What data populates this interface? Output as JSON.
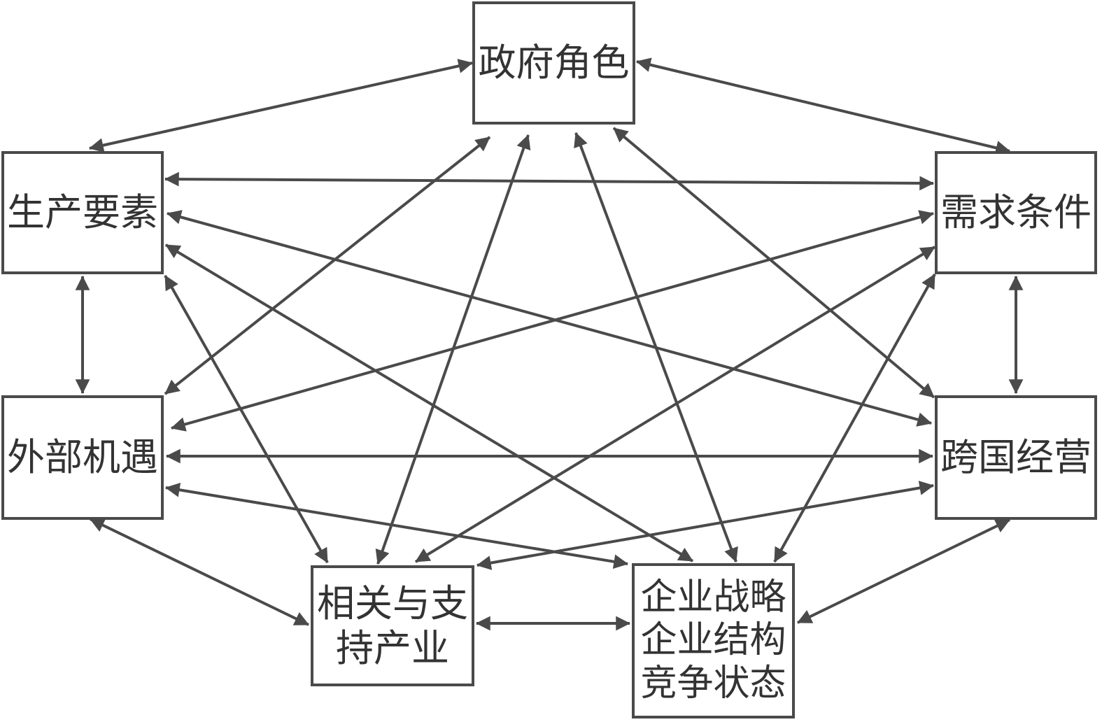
{
  "diagram": {
    "colors": {
      "line": "#4a4a4a",
      "box_border": "#4a4a4a",
      "text": "#333333",
      "background": "#ffffff"
    },
    "nodes": {
      "government": {
        "lines": [
          "政府角色"
        ]
      },
      "factors": {
        "lines": [
          "生产要素"
        ]
      },
      "demand": {
        "lines": [
          "需求条件"
        ]
      },
      "chance": {
        "lines": [
          "外部机遇"
        ]
      },
      "multinational": {
        "lines": [
          "跨国经营"
        ]
      },
      "related": {
        "lines": [
          "相关与支",
          "持产业"
        ]
      },
      "strategy": {
        "lines": [
          "企业战略",
          "企业结构",
          "竞争状态"
        ]
      }
    },
    "edges": [
      {
        "from": "government",
        "to": "factors",
        "bidirectional": true
      },
      {
        "from": "government",
        "to": "demand",
        "bidirectional": true
      },
      {
        "from": "government",
        "to": "chance",
        "bidirectional": true
      },
      {
        "from": "government",
        "to": "related",
        "bidirectional": true
      },
      {
        "from": "government",
        "to": "strategy",
        "bidirectional": true
      },
      {
        "from": "government",
        "to": "multinational",
        "bidirectional": true
      },
      {
        "from": "factors",
        "to": "demand",
        "bidirectional": true
      },
      {
        "from": "factors",
        "to": "chance",
        "bidirectional": true
      },
      {
        "from": "factors",
        "to": "multinational",
        "bidirectional": true
      },
      {
        "from": "factors",
        "to": "strategy",
        "bidirectional": true
      },
      {
        "from": "factors",
        "to": "related",
        "bidirectional": true
      },
      {
        "from": "demand",
        "to": "chance",
        "bidirectional": true
      },
      {
        "from": "demand",
        "to": "multinational",
        "bidirectional": true
      },
      {
        "from": "demand",
        "to": "related",
        "bidirectional": true
      },
      {
        "from": "demand",
        "to": "strategy",
        "bidirectional": true
      },
      {
        "from": "chance",
        "to": "multinational",
        "bidirectional": true
      },
      {
        "from": "chance",
        "to": "related",
        "bidirectional": true
      },
      {
        "from": "chance",
        "to": "strategy",
        "bidirectional": true
      },
      {
        "from": "multinational",
        "to": "related",
        "bidirectional": true
      },
      {
        "from": "multinational",
        "to": "strategy",
        "bidirectional": true
      },
      {
        "from": "related",
        "to": "strategy",
        "bidirectional": true
      }
    ]
  }
}
